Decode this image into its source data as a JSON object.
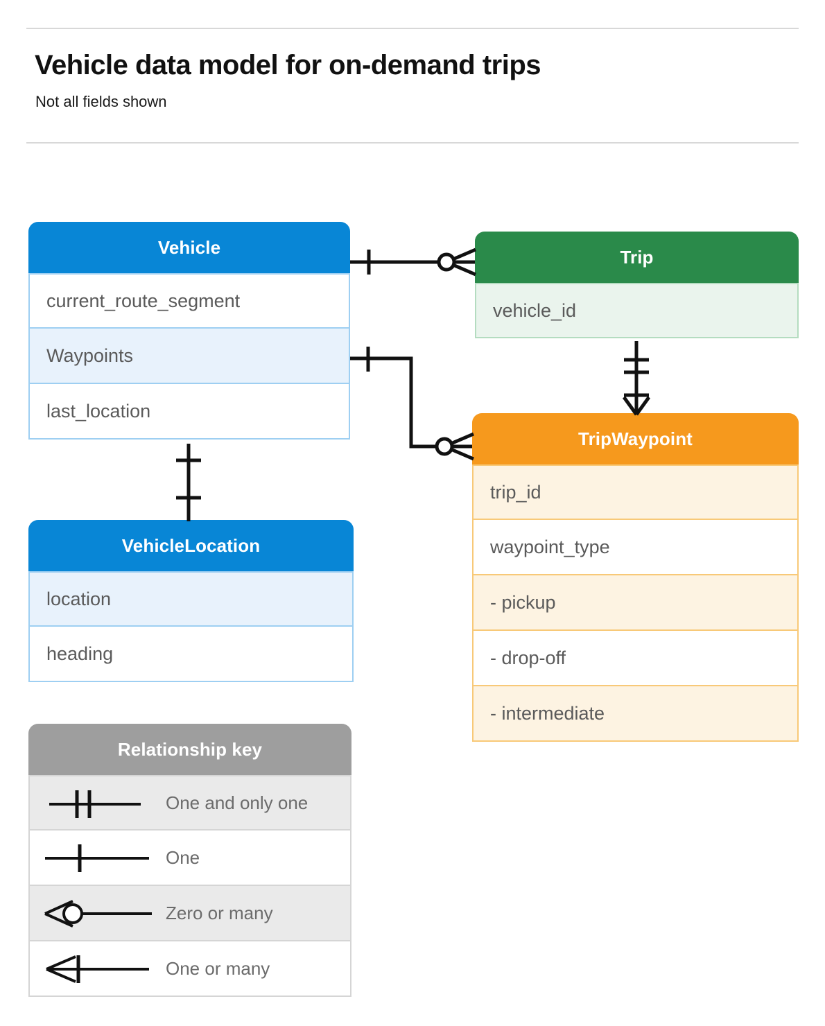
{
  "header": {
    "title": "Vehicle data model for on-demand trips",
    "subtitle": "Not all fields shown"
  },
  "entities": [
    {
      "id": "vehicle",
      "name": "Vehicle",
      "color": "#0886D6",
      "fields": [
        "current_route_segment",
        "Waypoints",
        "last_location"
      ]
    },
    {
      "id": "trip",
      "name": "Trip",
      "color": "#2A8A4A",
      "fields": [
        "vehicle_id"
      ]
    },
    {
      "id": "tripwaypoint",
      "name": "TripWaypoint",
      "color": "#F6991D",
      "fields": [
        "trip_id",
        "waypoint_type",
        "-  pickup",
        "-  drop-off",
        "-  intermediate"
      ]
    },
    {
      "id": "vehiclelocation",
      "name": "VehicleLocation",
      "color": "#0886D6",
      "fields": [
        "location",
        "heading"
      ]
    }
  ],
  "legend": {
    "title": "Relationship key",
    "color": "#9e9e9e",
    "rows": [
      {
        "symbol": "one-and-only-one",
        "label": "One and only one"
      },
      {
        "symbol": "one",
        "label": "One"
      },
      {
        "symbol": "zero-or-many",
        "label": "Zero or many"
      },
      {
        "symbol": "one-or-many",
        "label": "One or many"
      }
    ]
  },
  "relationships": [
    {
      "from": "Vehicle",
      "to": "Trip",
      "from_cardinality": "one",
      "to_cardinality": "zero-or-many"
    },
    {
      "from": "Vehicle.Waypoints",
      "to": "TripWaypoint",
      "from_cardinality": "one",
      "to_cardinality": "zero-or-many"
    },
    {
      "from": "Trip",
      "to": "TripWaypoint",
      "from_cardinality": "one-and-only-one",
      "to_cardinality": "one-or-many"
    },
    {
      "from": "Vehicle",
      "to": "VehicleLocation",
      "from_cardinality": "one",
      "to_cardinality": "one"
    }
  ]
}
